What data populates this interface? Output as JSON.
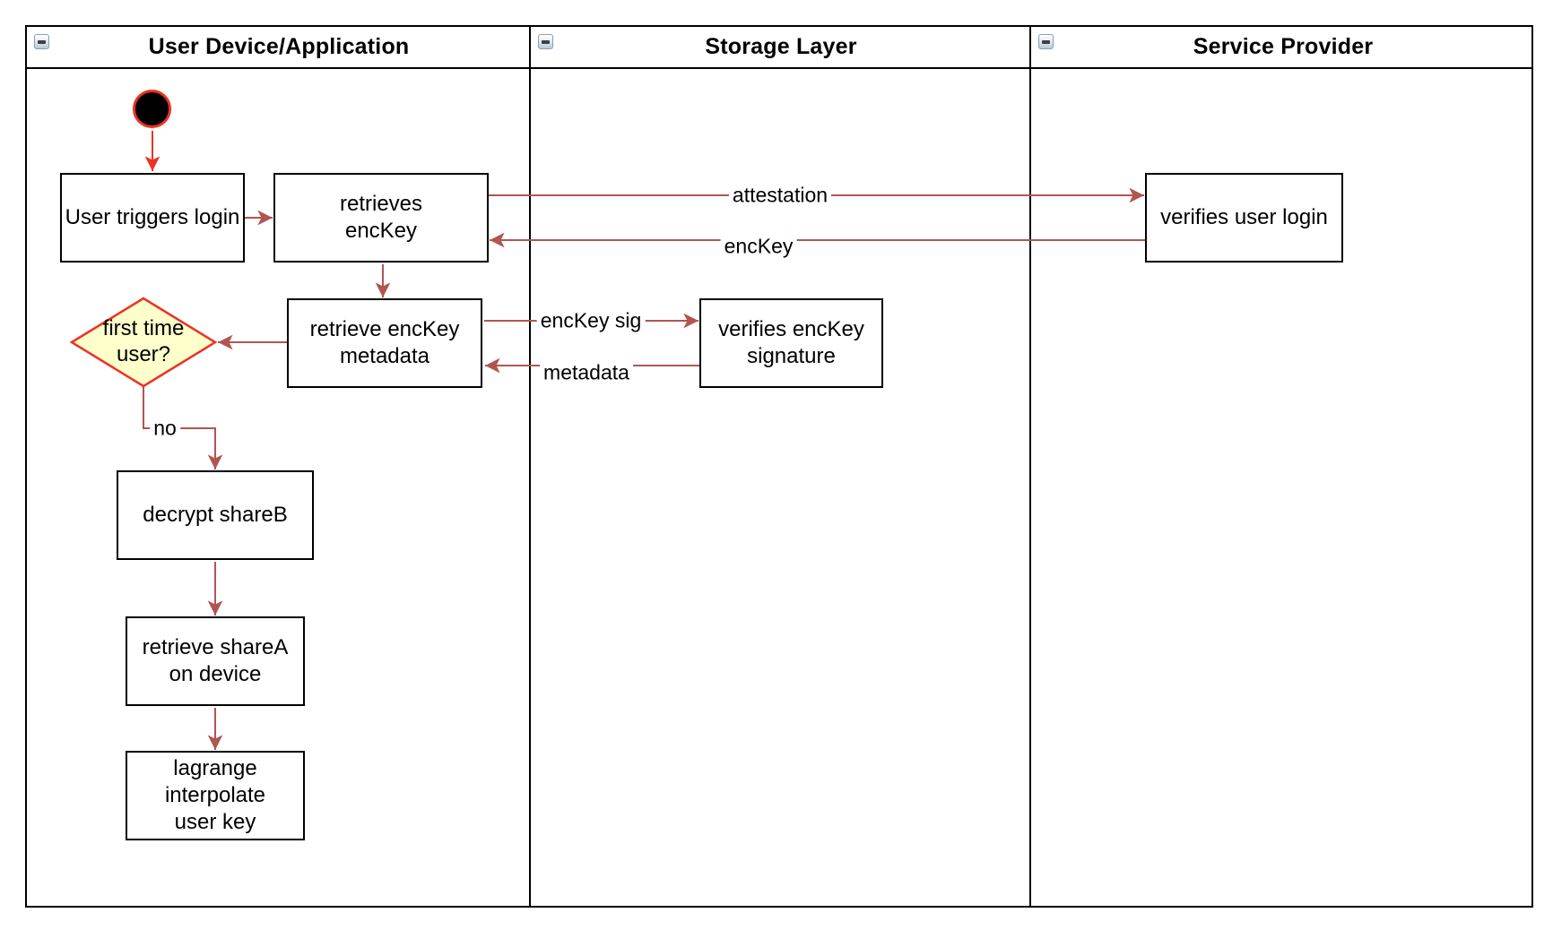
{
  "diagram": {
    "type": "uml-activity-swimlane",
    "lanes": [
      {
        "title": "User Device/Application",
        "collapse_icon": "minus-icon"
      },
      {
        "title": "Storage Layer",
        "collapse_icon": "minus-icon"
      },
      {
        "title": "Service Provider",
        "collapse_icon": "minus-icon"
      }
    ],
    "nodes": {
      "start": "initial-node",
      "user_triggers_login": "User triggers login",
      "retrieves_enckey": "retrieves\nencKey",
      "retrieve_enckey_metadata": "retrieve encKey\nmetadata",
      "first_time_user": "first time\nuser?",
      "decrypt_shareb": "decrypt shareB",
      "retrieve_sharea": "retrieve shareA\non device",
      "lagrange_interpolate": "lagrange interpolate\nuser key",
      "verifies_enckey_signature": "verifies encKey\nsignature",
      "verifies_user_login": "verifies user login"
    },
    "edge_labels": {
      "attestation": "attestation",
      "enckey": "encKey",
      "enckey_sig": "encKey sig",
      "metadata": "metadata",
      "no": "no"
    },
    "colors": {
      "flow_edge": "#b15551",
      "accent_red": "#ee3124",
      "decision_fill": "#ffffcc",
      "node_fill": "#ffffff",
      "node_border": "#000000"
    }
  }
}
